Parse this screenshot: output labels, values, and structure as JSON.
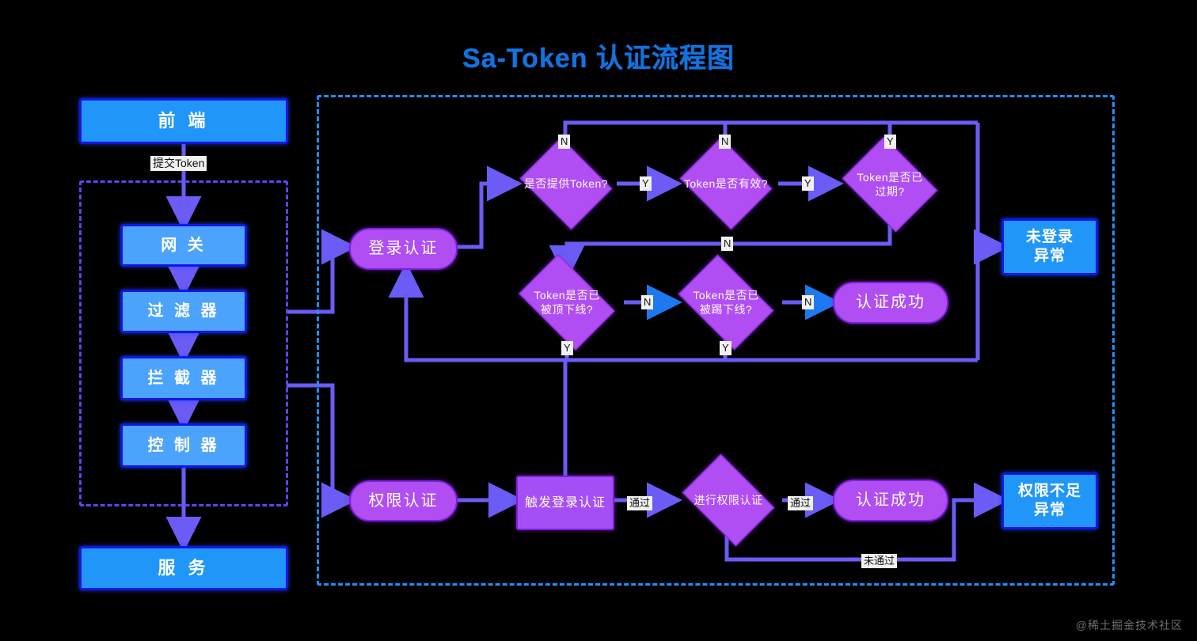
{
  "title": "Sa-Token 认证流程图",
  "watermark": "@稀土掘金技术社区",
  "colors": {
    "background": "#000000",
    "title": "#1273e0",
    "blue_fill": "#2196f9",
    "blue_fill_light": "#4ba3fb",
    "blue_border": "#1414e8",
    "purple_fill": "#b04ef4",
    "purple_border": "#8a2be2",
    "wire_purple": "#6a5cf5",
    "wire_blue": "#1e78f0",
    "dashed_blue": "#1e90ff",
    "dashed_purple": "#5b46f0",
    "edge_label_bg": "#f1f1f1"
  },
  "left_panel": {
    "frontend": "前 端",
    "submit_token_label": "提交Token",
    "stack": [
      {
        "label": "网 关"
      },
      {
        "label": "过 滤 器"
      },
      {
        "label": "拦 截 器"
      },
      {
        "label": "控 制 器"
      }
    ],
    "service": "服 务"
  },
  "main_flow": {
    "login_auth": "登录认证",
    "permission_auth": "权限认证",
    "trigger_login_auth": "触发登录认证",
    "decisions": [
      {
        "id": "has-token",
        "label": "是否提供Token?",
        "yes": "Y",
        "no": "N"
      },
      {
        "id": "token-valid",
        "label": "Token是否有效?",
        "yes": "Y",
        "no": "N"
      },
      {
        "id": "token-expired",
        "label": "Token是否已\n过期?",
        "yes": "Y",
        "no": "N"
      },
      {
        "id": "token-replaced",
        "label": "Token是否已\n被顶下线?",
        "yes": "Y",
        "no": "N"
      },
      {
        "id": "token-kicked",
        "label": "Token是否已\n被踢下线?",
        "yes": "Y",
        "no": "N"
      },
      {
        "id": "do-perm-check",
        "label": "进行权限认证",
        "pass": "通过",
        "fail": "未通过"
      }
    ],
    "results": {
      "auth_success_top": "认证成功",
      "auth_success_bottom": "认证成功",
      "not_login_exception": "未登录\n异常",
      "no_permission_exception": "权限不足\n异常"
    },
    "edge_labels": {
      "n1": "N",
      "n2": "N",
      "n3": "N",
      "n4": "N",
      "n5": "N",
      "n6": "N",
      "y1": "Y",
      "y2": "Y",
      "y3": "Y",
      "y4": "Y",
      "y5": "Y",
      "pass1": "通过",
      "pass2": "通过",
      "fail1": "未通过"
    }
  },
  "exception_labels": {
    "not_login_line1": "未登录",
    "not_login_line2": "异常",
    "no_permission_line1": "权限不足",
    "no_permission_line2": "异常"
  }
}
